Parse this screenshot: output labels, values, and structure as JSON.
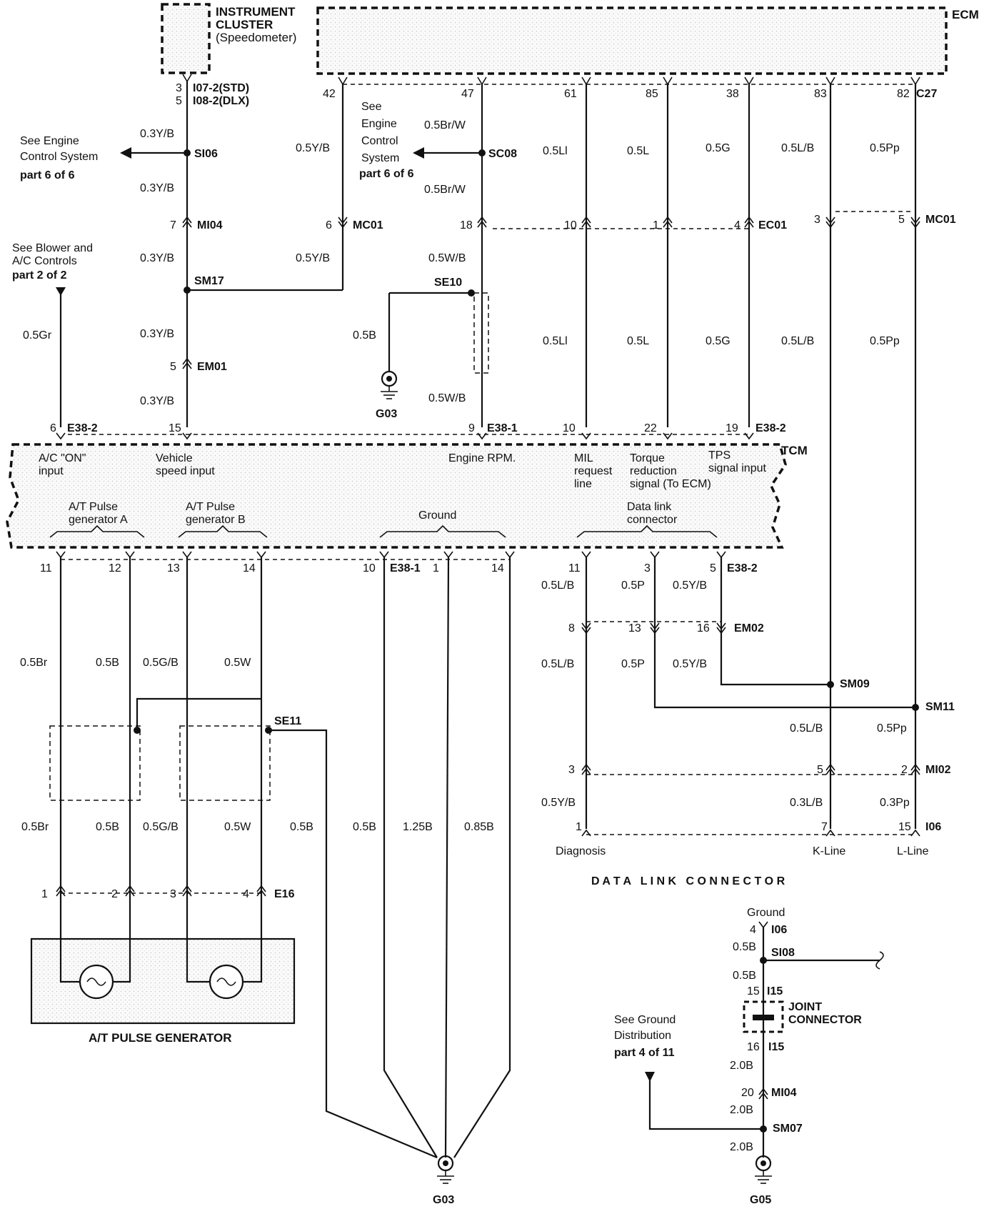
{
  "components": {
    "instrument_cluster": [
      "INSTRUMENT",
      "CLUSTER",
      "(Speedometer)"
    ],
    "ecm": "ECM",
    "tcm": "TCM",
    "pulse_generator": "A/T PULSE GENERATOR",
    "joint_connector": [
      "JOINT",
      "CONNECTOR"
    ],
    "data_link_connector_title": "D A T A   L I N K   C O N N E C T O R"
  },
  "connectors": {
    "i07": "I07-2(STD)",
    "i08": "I08-2(DLX)",
    "c27": "C27",
    "mi04": "MI04",
    "mc01": "MC01",
    "ec01": "EC01",
    "em01": "EM01",
    "em02": "EM02",
    "mi02": "MI02",
    "e38_1": "E38-1",
    "e38_2": "E38-2",
    "e16": "E16",
    "i06": "I06",
    "i15": "I15"
  },
  "splices": {
    "si06": "SI06",
    "sc08": "SC08",
    "sm17": "SM17",
    "se10": "SE10",
    "se11": "SE11",
    "sm09": "SM09",
    "sm11": "SM11",
    "si08": "SI08",
    "sm07": "SM07"
  },
  "grounds": {
    "g03": "G03",
    "g05": "G05"
  },
  "references": {
    "engine_left": [
      "See Engine",
      "Control System",
      "part 6 of 6"
    ],
    "engine_mid": [
      "See",
      "Engine",
      "Control",
      "System",
      "part 6 of 6"
    ],
    "blower": [
      "See Blower and",
      "A/C Controls",
      "part 2 of 2"
    ],
    "ground_dist": [
      "See Ground",
      "Distribution",
      "part 4 of 11"
    ]
  },
  "tcm_signals": {
    "ac_on": [
      "A/C \"ON\"",
      "input"
    ],
    "vehicle_speed": [
      "Vehicle",
      "speed input"
    ],
    "engine_rpm": "Engine RPM.",
    "mil": [
      "MIL",
      "request",
      "line"
    ],
    "torque": [
      "Torque",
      "reduction",
      "signal (To ECM)"
    ],
    "tps": [
      "TPS",
      "signal input"
    ],
    "pulse_a": [
      "A/T Pulse",
      "generator A"
    ],
    "pulse_b": [
      "A/T Pulse",
      "generator B"
    ],
    "ground": "Ground",
    "dlc": [
      "Data link",
      "connector"
    ]
  },
  "dlc_labels": {
    "diagnosis": "Diagnosis",
    "kline": "K-Line",
    "lline": "L-Line",
    "ground": "Ground"
  },
  "pins": {
    "p3": "3",
    "p5": "5",
    "p42": "42",
    "p47": "47",
    "p61": "61",
    "p85": "85",
    "p38": "38",
    "p83": "83",
    "p82": "82",
    "p7": "7",
    "p6": "6",
    "p18": "18",
    "p10": "10",
    "p1": "1",
    "p4": "4",
    "p3b": "3",
    "p5b": "5",
    "p5c": "5",
    "p6b": "6",
    "p15": "15",
    "p9": "9",
    "p10b": "10",
    "p22": "22",
    "p19": "19",
    "p11": "11",
    "p12": "12",
    "p13": "13",
    "p14": "14",
    "p10c": "10",
    "p1b": "1",
    "p14b": "14",
    "p11b": "11",
    "p3c": "3",
    "p5d": "5",
    "p8": "8",
    "p13b": "13",
    "p16": "16",
    "p3d": "3",
    "p5e": "5",
    "p2": "2",
    "p1c": "1",
    "p7b": "7",
    "p15b": "15",
    "e1": "1",
    "e2": "2",
    "e3": "3",
    "e4": "4",
    "g4": "4",
    "g15": "15",
    "g16": "16",
    "g20": "20"
  },
  "wires": {
    "w03yb_a": "0.3Y/B",
    "w03yb_b": "0.3Y/B",
    "w03yb_c": "0.3Y/B",
    "w03yb_d": "0.3Y/B",
    "w03yb_e": "0.3Y/B",
    "w05yb_a": "0.5Y/B",
    "w05yb_b": "0.5Y/B",
    "w05brw_a": "0.5Br/W",
    "w05brw_b": "0.5Br/W",
    "w05wb_a": "0.5W/B",
    "w05wb_b": "0.5W/B",
    "w05b_se10": "0.5B",
    "w05gr": "0.5Gr",
    "w05li_a": "0.5Ll",
    "w05li_b": "0.5Ll",
    "w05l_a": "0.5L",
    "w05l_b": "0.5L",
    "w05g_a": "0.5G",
    "w05g_b": "0.5G",
    "w05lb_a": "0.5L/B",
    "w05lb_b": "0.5L/B",
    "w05pp_a": "0.5Pp",
    "w05pp_b": "0.5Pp",
    "w05br_a": "0.5Br",
    "w05b_a": "0.5B",
    "w05gb_a": "0.5G/B",
    "w05w_a": "0.5W",
    "w05br_b": "0.5Br",
    "w05b_b": "0.5B",
    "w05gb_b": "0.5G/B",
    "w05w_b": "0.5W",
    "w05b_se11": "0.5B",
    "w05b_g1": "0.5B",
    "w125b": "1.25B",
    "w085b": "0.85B",
    "w05lb_c": "0.5L/B",
    "w05p_a": "0.5P",
    "w05yb_c": "0.5Y/B",
    "w05lb_d": "0.5L/B",
    "w05p_b": "0.5P",
    "w05yb_d": "0.5Y/B",
    "w05lb_e": "0.5L/B",
    "w05pp_c": "0.5Pp",
    "w05yb_e": "0.5Y/B",
    "w03lb": "0.3L/B",
    "w03pp": "0.3Pp",
    "w05b_g1a": "0.5B",
    "w05b_g1b": "0.5B",
    "w20b_a": "2.0B",
    "w20b_b": "2.0B",
    "w20b_c": "2.0B"
  }
}
